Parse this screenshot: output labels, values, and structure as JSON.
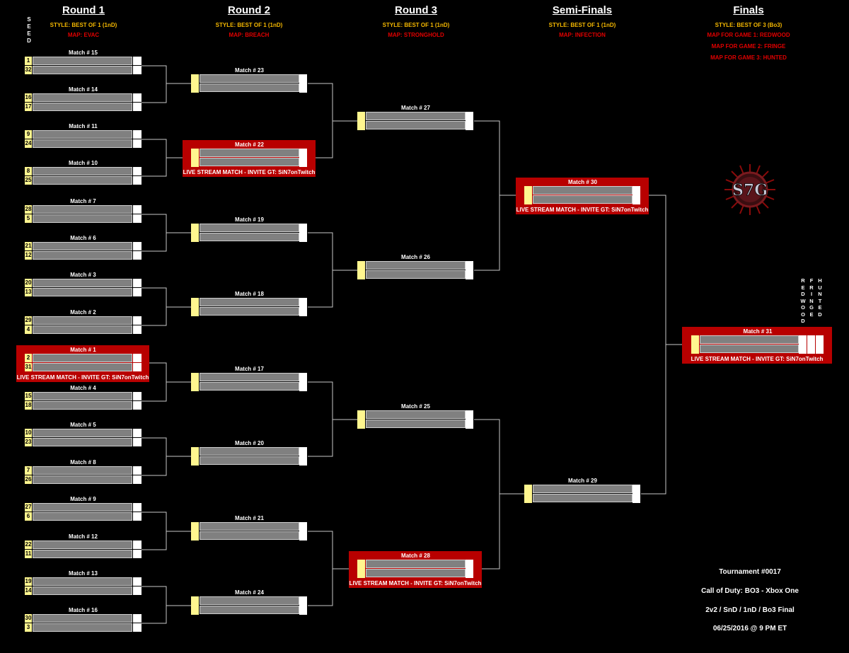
{
  "rounds": [
    {
      "title": "Round 1",
      "style": "STYLE: BEST OF 1 (1nD)",
      "maps": [
        "MAP: EVAC"
      ]
    },
    {
      "title": "Round 2",
      "style": "STYLE: BEST OF 1 (1nD)",
      "maps": [
        "MAP: BREACH"
      ]
    },
    {
      "title": "Round 3",
      "style": "STYLE: BEST OF 1 (1nD)",
      "maps": [
        "MAP: STRONGHOLD"
      ]
    },
    {
      "title": "Semi-Finals",
      "style": "STYLE: BEST OF 1 (1nD)",
      "maps": [
        "MAP: INFECTION"
      ]
    },
    {
      "title": "Finals",
      "style": "STYLE: BEST OF 3 (Bo3)",
      "maps": [
        "MAP FOR GAME 1: REDWOOD",
        "MAP FOR GAME 2: FRINGE",
        "MAP FOR GAME 3: HUNTED"
      ]
    }
  ],
  "seed_label": "SEED",
  "live_text": "LIVE STREAM MATCH - INVITE GT: SiN7onTwitch",
  "round1": [
    {
      "label": "Match # 15",
      "seeds": [
        "1",
        "32"
      ],
      "live": false
    },
    {
      "label": "Match # 14",
      "seeds": [
        "16",
        "17"
      ],
      "live": false
    },
    {
      "label": "Match # 11",
      "seeds": [
        "9",
        "24"
      ],
      "live": false
    },
    {
      "label": "Match # 10",
      "seeds": [
        "8",
        "25"
      ],
      "live": false
    },
    {
      "label": "Match # 7",
      "seeds": [
        "28",
        "5"
      ],
      "live": false
    },
    {
      "label": "Match # 6",
      "seeds": [
        "21",
        "12"
      ],
      "live": false
    },
    {
      "label": "Match # 3",
      "seeds": [
        "20",
        "13"
      ],
      "live": false
    },
    {
      "label": "Match # 2",
      "seeds": [
        "29",
        "4"
      ],
      "live": false
    },
    {
      "label": "Match # 1",
      "seeds": [
        "2",
        "31"
      ],
      "live": true
    },
    {
      "label": "Match # 4",
      "seeds": [
        "15",
        "18"
      ],
      "live": false
    },
    {
      "label": "Match # 5",
      "seeds": [
        "10",
        "23"
      ],
      "live": false
    },
    {
      "label": "Match # 8",
      "seeds": [
        "7",
        "26"
      ],
      "live": false
    },
    {
      "label": "Match # 9",
      "seeds": [
        "27",
        "6"
      ],
      "live": false
    },
    {
      "label": "Match # 12",
      "seeds": [
        "22",
        "11"
      ],
      "live": false
    },
    {
      "label": "Match # 13",
      "seeds": [
        "19",
        "14"
      ],
      "live": false
    },
    {
      "label": "Match # 16",
      "seeds": [
        "30",
        "3"
      ],
      "live": false
    }
  ],
  "round2": [
    {
      "label": "Match # 23",
      "live": false
    },
    {
      "label": "Match # 22",
      "live": true
    },
    {
      "label": "Match # 19",
      "live": false
    },
    {
      "label": "Match # 18",
      "live": false
    },
    {
      "label": "Match # 17",
      "live": false
    },
    {
      "label": "Match # 20",
      "live": false
    },
    {
      "label": "Match # 21",
      "live": false
    },
    {
      "label": "Match # 24",
      "live": false
    }
  ],
  "round3": [
    {
      "label": "Match # 27",
      "live": false
    },
    {
      "label": "Match # 26",
      "live": false
    },
    {
      "label": "Match # 25",
      "live": false
    },
    {
      "label": "Match # 28",
      "live": true
    }
  ],
  "semis": [
    {
      "label": "Match # 30",
      "live": true
    },
    {
      "label": "Match # 29",
      "live": false
    }
  ],
  "final": {
    "label": "Match # 31",
    "live": true,
    "game_maps": [
      "REDWOOD",
      "FRINGE",
      "HUNTED"
    ]
  },
  "logo_text": "S7G",
  "info": [
    "Tournament #0017",
    "Call of Duty: BO3 - Xbox One",
    "2v2 / SnD / 1nD / Bo3 Final",
    "06/25/2016 @ 9 PM ET"
  ]
}
